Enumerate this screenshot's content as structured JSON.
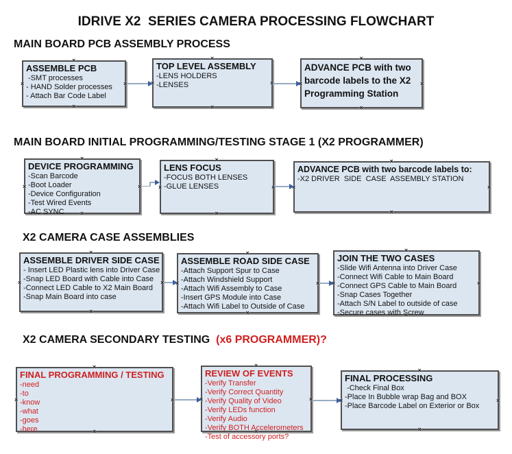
{
  "title": "IDRIVE X2  SERIES CAMERA PROCESSING FLOWCHART",
  "colors": {
    "box_fill": "#dce6f1",
    "box_border": "#4f4f4f",
    "red_text": "#cf1f1f",
    "arrow_line": "#96abc4",
    "arrow_head": "#3d5fa0"
  },
  "sections": [
    {
      "heading": "MAIN BOARD PCB ASSEMBLY PROCESS",
      "boxes": [
        {
          "header": "ASSEMBLE PCB",
          "items": [
            " -SMT processes",
            "- HAND Solder processes",
            "- Attach Bar Code Label"
          ]
        },
        {
          "header": "TOP LEVEL ASSEMBLY",
          "items": [
            "-LENS HOLDERS",
            "-LENSES"
          ]
        },
        {
          "header": "ADVANCE PCB with two barcode labels to the X2 Programming Station",
          "items": []
        }
      ]
    },
    {
      "heading": "MAIN BOARD INITIAL PROGRAMMING/TESTING STAGE 1 (X2 PROGRAMMER)",
      "boxes": [
        {
          "header": "DEVICE PROGRAMMING",
          "items": [
            "-Scan Barcode",
            "-Boot Loader",
            "-Device Configuration",
            "-Test Wired Events",
            "-AC SYNC"
          ]
        },
        {
          "header": "LENS FOCUS",
          "items": [
            "-FOCUS BOTH LENSES",
            "-GLUE LENSES"
          ]
        },
        {
          "header": "ADVANCE PCB with two barcode labels to:",
          "items": [
            "-X2 DRIVER  SIDE  CASE  ASSEMBLY STATION"
          ]
        }
      ]
    },
    {
      "heading": "X2 CAMERA CASE ASSEMBLIES",
      "boxes": [
        {
          "header": "ASSEMBLE DRIVER SIDE CASE",
          "items": [
            "- Insert LED Plastic lens into Driver Case",
            "-Snap LED Board with Cable into Case",
            "-Connect LED Cable to X2 Main Board",
            "-Snap Main Board into case"
          ]
        },
        {
          "header": "ASSEMBLE ROAD SIDE CASE",
          "items": [
            "-Attach Support Spur to Case",
            "-Attach Windshield Support",
            "-Attach Wifi Assembly to Case",
            "-Insert GPS Module into Case",
            "-Attach Wifi Label to Outside of Case"
          ]
        },
        {
          "header": "JOIN THE TWO CASES",
          "items": [
            "-Slide Wifi Antenna into Driver Case",
            "-Connect Wifi Cable to Main Board",
            "-Connect GPS Cable to Main Board",
            "-Snap Cases Together",
            "-Attach S/N Label to outside of case",
            "-Secure cases with Screw"
          ]
        }
      ]
    },
    {
      "heading": "X2 CAMERA SECONDARY TESTING ",
      "heading_suffix": " (x6 PROGRAMMER)?",
      "boxes": [
        {
          "header": "FINAL PROGRAMMING / TESTING",
          "items": [
            "-need",
            "-to",
            "-know",
            "-what",
            "-goes",
            "-here"
          ]
        },
        {
          "header": "REVIEW OF EVENTS",
          "items": [
            "-Verify Transfer",
            "-Verify Correct Quantity",
            "-Verify Quality of Video",
            "-Verify LEDs function",
            "-Verify Audio",
            "-Verify BOTH Accelerometers",
            "-Test of accessory ports?"
          ]
        },
        {
          "header": "FINAL PROCESSING",
          "items": [
            " -Check Final Box",
            "-Place In Bubble wrap Bag and BOX",
            "-Place Barcode Label on Exterior or Box"
          ]
        }
      ]
    }
  ]
}
